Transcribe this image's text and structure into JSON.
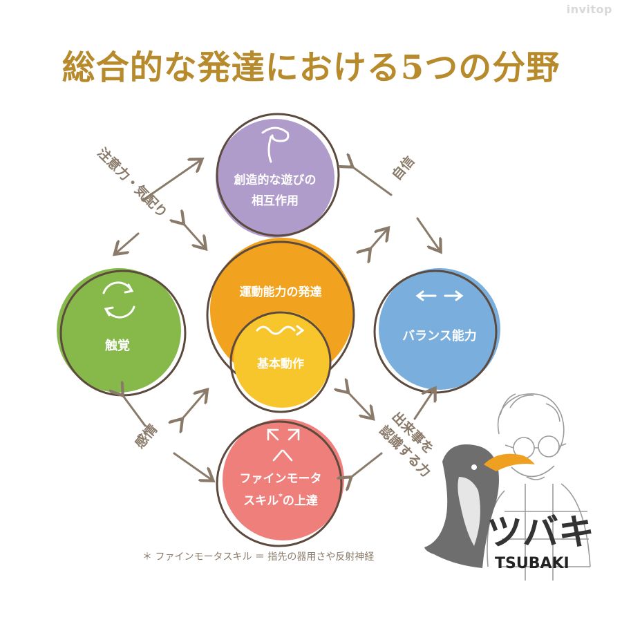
{
  "watermark": "invitop",
  "title": "総合的な発達における5つの分野",
  "nodes": {
    "top": {
      "line1": "創造的な遊びの",
      "line2": "相互作用",
      "color": "#b09ccb"
    },
    "left": {
      "label": "触覚",
      "color": "#86b94a"
    },
    "right": {
      "label": "バランス能力",
      "color": "#7aaedc"
    },
    "center": {
      "label": "運動能力の発達",
      "color": "#f1a21f"
    },
    "core": {
      "label": "基本動作",
      "color": "#f6c62c"
    },
    "bottom": {
      "line1": "ファインモータ",
      "line2": "スキル",
      "mark": "*",
      "line2b": "の上達",
      "color": "#ef7f7b"
    }
  },
  "side_labels": {
    "top_left": "注意力・気配り",
    "top_right": "自信",
    "bottom_left": "感情",
    "bottom_right_1": "出来事を",
    "bottom_right_2": "認識する力"
  },
  "footnote": "＊ ファインモータスキル ＝ 指先の器用さや反射神経",
  "logo": {
    "katakana": "ツバキ",
    "latin": "TSUBAKI"
  }
}
